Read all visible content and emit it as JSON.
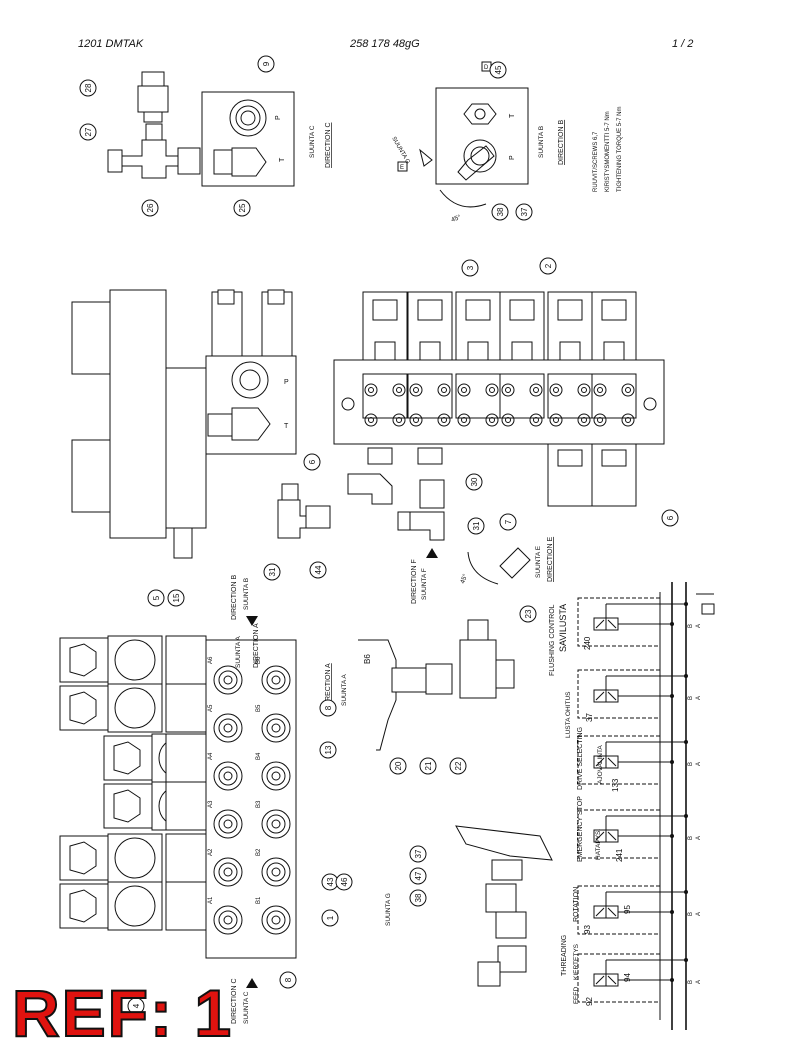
{
  "header": {
    "left": "1201   DMTAK",
    "center": "258 178 48gG",
    "right": "1  /  2"
  },
  "ref_label": "REF: 1",
  "labels": {
    "direction_c_top": "DIRECTION  C",
    "suunta_c_top": "SUUNTA  C",
    "direction_b_top": "DIRECTION  B",
    "suunta_b_top": "SUUNTA  B",
    "suunta_g_top": "SUUNTA G",
    "screws_1": "RUUVIT/SCREWS 6,7",
    "screws_2": "KIRISTYSMOMENTTI  5-7  Nm",
    "screws_3": "TIGHTENING TORQUE  5-7  Nm",
    "p": "P",
    "t": "T",
    "direction_b_mid": "DIRECTION  B",
    "suunta_b_mid": "SUUNTA  B",
    "direction_a_mid": "DIRECTION  A",
    "suunta_a_mid": "SUUNTA  A",
    "direction_a_right": "DIRECTION  A",
    "suunta_a_right": "SUUNTA  A",
    "direction_f": "DIRECTION  F",
    "suunta_f": "SUUNTA  F",
    "direction_e": "DIRECTION  E",
    "suunta_e": "SUUNTA  E",
    "direction_c_bottom": "DIRECTION  C",
    "suunta_c_bottom": "SUUNTA  C",
    "suunta_g_bottom": "SUUNTA  G",
    "b6": "B6",
    "angle": "45°",
    "ports": [
      "A6",
      "B6",
      "A5",
      "B5",
      "A4",
      "B4",
      "A3",
      "B3",
      "A2",
      "B2",
      "A1",
      "B1"
    ],
    "box_e": "E",
    "box_d": "D"
  },
  "schematic": {
    "flushing": "FLUSHING CONTROL",
    "savilusta": "SAVILUSTA",
    "lusta": "LUSTA OHITUS",
    "drive": "DRIVE SELECTING",
    "ajovalinta": "AJOVALINTA",
    "emergency": "EMERGENCY STOP",
    "hatapys": "HATAPYS.",
    "rotation": "ROTATION",
    "kiertetys": "KIERTETYS",
    "threading": "THREADING",
    "feed": "FEED",
    "nums": [
      "240",
      "37",
      "133",
      "241",
      "93",
      "95",
      "92",
      "94"
    ]
  },
  "balloons": [
    "28",
    "27",
    "26",
    "25",
    "9",
    "45",
    "38",
    "37",
    "3",
    "2",
    "6",
    "30",
    "31",
    "7",
    "6",
    "31",
    "44",
    "5",
    "15",
    "23",
    "8",
    "13",
    "43",
    "46",
    "1",
    "20",
    "21",
    "22",
    "37",
    "47",
    "38",
    "8",
    "4"
  ]
}
